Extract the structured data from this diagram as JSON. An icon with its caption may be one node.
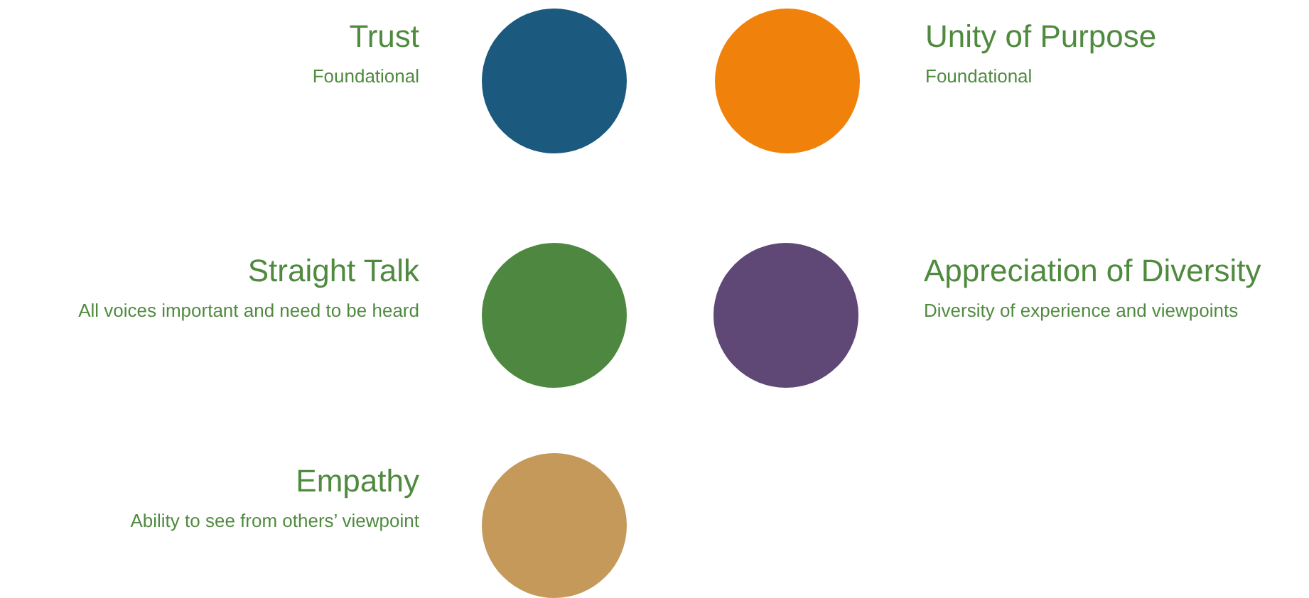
{
  "diagram": {
    "nodes": [
      {
        "text": [
          "Trust",
          "Foundational"
        ]
      },
      {
        "text": [
          "Unity of Purpose",
          "Foundational"
        ]
      },
      {
        "text": [
          "Straight Talk",
          "All voices important and need to be heard"
        ]
      },
      {
        "text": [
          "Appreciation of Diversity",
          "Diversity of experience and viewpoints"
        ]
      },
      {
        "text": [
          "Empathy",
          "Ability to see from others’ viewpoint"
        ]
      }
    ]
  }
}
